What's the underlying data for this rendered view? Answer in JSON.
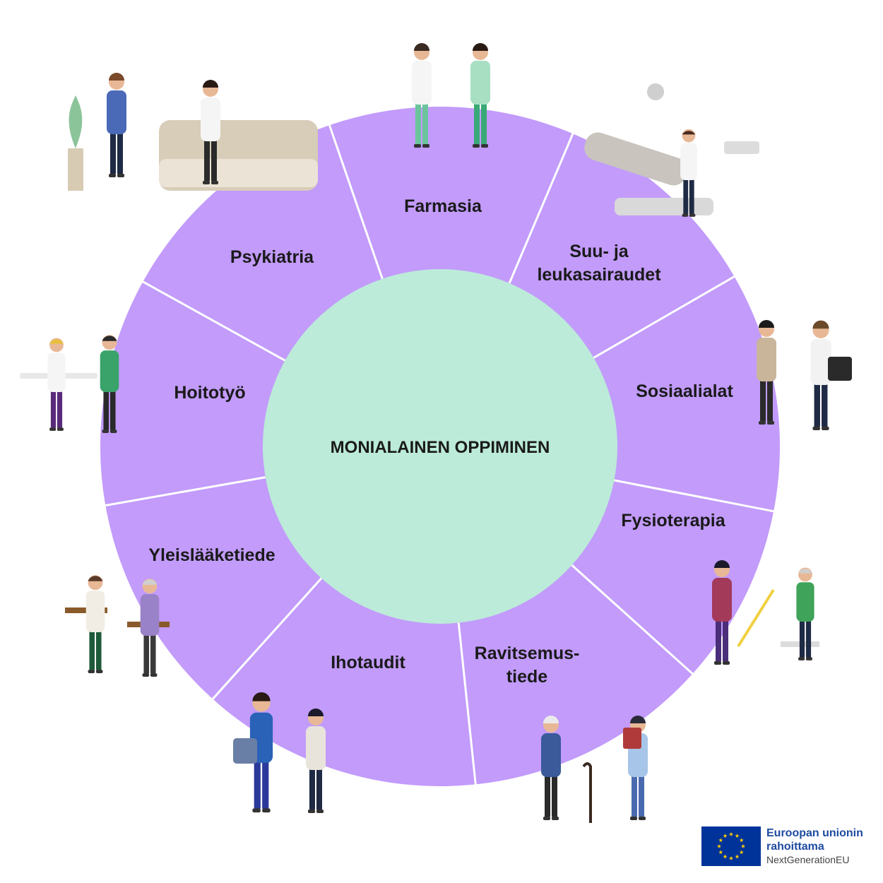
{
  "center": {
    "label": "MONIALAINEN OPPIMINEN"
  },
  "segments": [
    {
      "name": "farmasia",
      "lines": [
        "Farmasia"
      ]
    },
    {
      "name": "suu-ja-leukasairaudet",
      "lines": [
        "Suu- ja",
        "leukasairaudet"
      ]
    },
    {
      "name": "sosiaalialat",
      "lines": [
        "Sosiaalialat"
      ]
    },
    {
      "name": "fysioterapia",
      "lines": [
        "Fysioterapia"
      ]
    },
    {
      "name": "ravitsemustiede",
      "lines": [
        "Ravitsemus-",
        "tiede"
      ]
    },
    {
      "name": "ihotaudit",
      "lines": [
        "Ihotaudit"
      ]
    },
    {
      "name": "yleislaaketiede",
      "lines": [
        "Yleislääketiede"
      ]
    },
    {
      "name": "hoitotyo",
      "lines": [
        "Hoitotyö"
      ]
    },
    {
      "name": "psykiatria",
      "lines": [
        "Psykiatria"
      ]
    }
  ],
  "eu_logo": {
    "line1": "Euroopan unionin",
    "line2": "rahoittama",
    "line3": "NextGenerationEU"
  },
  "colors": {
    "ring": "#c29bfb",
    "center": "#bcebd9",
    "divider": "#ffffff",
    "eu_blue": "#003399",
    "eu_star": "#ffcc00"
  },
  "illustrations": [
    "pharmacists-illustration",
    "dentist-illustration",
    "social-workers-illustration",
    "physiotherapy-illustration",
    "nutrition-illustration",
    "dermatology-illustration",
    "general-practice-illustration",
    "nursing-illustration",
    "psychiatry-illustration"
  ]
}
